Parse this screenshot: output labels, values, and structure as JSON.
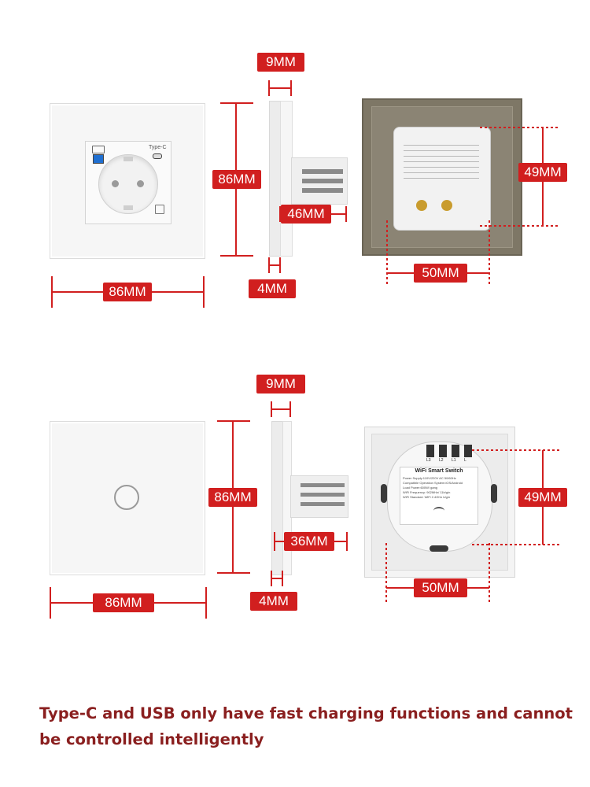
{
  "socket_section": {
    "front_width_label": "86MM",
    "front_height_label": "86MM",
    "usb_label": "USB",
    "typec_label": "Type-C",
    "side_depth_label": "9MM",
    "side_back_label": "46MM",
    "side_thickness_label": "4MM",
    "back_height_label": "49MM",
    "back_width_label": "50MM"
  },
  "switch_section": {
    "front_width_label": "86MM",
    "front_height_label": "86MM",
    "side_depth_label": "9MM",
    "side_back_label": "36MM",
    "side_thickness_label": "4MM",
    "back_height_label": "49MM",
    "back_width_label": "50MM",
    "module_title": "WiFi Smart Switch",
    "module_line1": "Power Supply:110V/220V AC  50/60Hz",
    "module_line2": "Compatible Operation System:iOS/Android",
    "module_line3": "Load Power:600W/ gang",
    "module_line4": "WiFi Frequency: 902MHz/ 11b/g/n",
    "module_line5": "WiFi Standard: WiFi 2.4GHz b/g/n",
    "terminal_labels": [
      "L3",
      "L2",
      "L1",
      "L"
    ]
  },
  "footer_text": "Type-C and USB only have fast charging functions and cannot be controlled intelligently",
  "colors": {
    "accent": "#d11f1f",
    "footer": "#8a1f1f"
  }
}
